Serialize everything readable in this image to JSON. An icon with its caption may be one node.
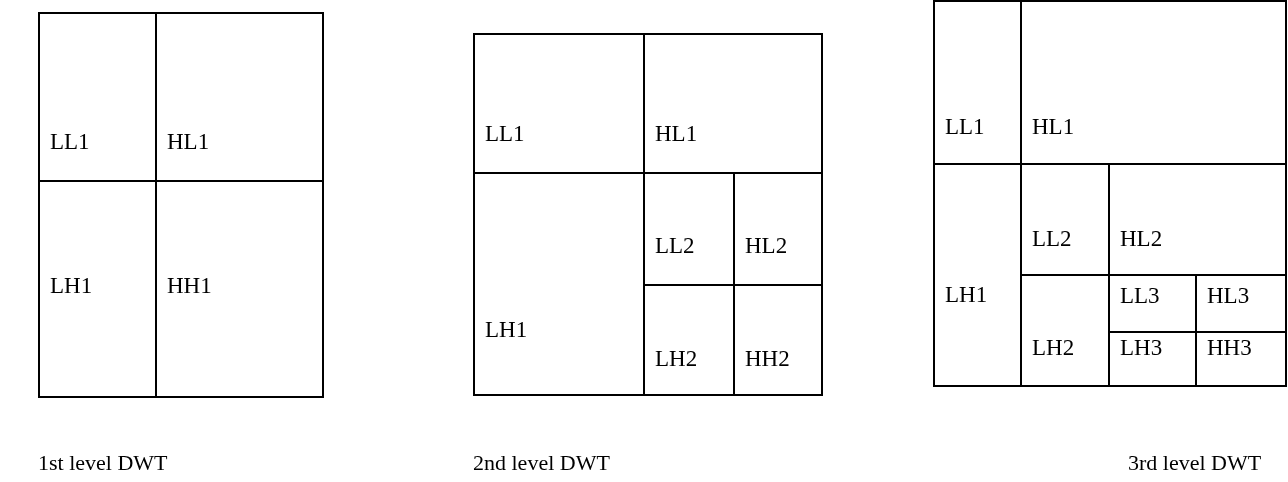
{
  "diagram": {
    "nodes": [
      {
        "text": [],
        "shape": "box"
      },
      {
        "text": [
          "LL1"
        ],
        "in": 0
      },
      {
        "text": [
          "HL1"
        ],
        "in": 0
      },
      {
        "text": [
          "LH1"
        ],
        "in": 0
      },
      {
        "text": [
          "HH1"
        ],
        "in": 0
      },
      {
        "text": [],
        "shape": "box"
      },
      {
        "text": [
          "LL1"
        ],
        "in": 5
      },
      {
        "text": [
          "HL1"
        ],
        "in": 5
      },
      {
        "text": [
          "LH1"
        ],
        "in": 5
      },
      {
        "text": [
          "LL2"
        ],
        "in": 5
      },
      {
        "text": [
          "HL2"
        ],
        "in": 5
      },
      {
        "text": [
          "LH2"
        ],
        "in": 5
      },
      {
        "text": [
          "HH2"
        ],
        "in": 5
      },
      {
        "text": [],
        "shape": "box"
      },
      {
        "text": [
          "LL1"
        ],
        "in": 13
      },
      {
        "text": [
          "HL1"
        ],
        "in": 13
      },
      {
        "text": [
          "LH1"
        ],
        "in": 13
      },
      {
        "text": [
          "LL2"
        ],
        "in": 13
      },
      {
        "text": [
          "HL2"
        ],
        "in": 13
      },
      {
        "text": [
          "LL3"
        ],
        "in": 13
      },
      {
        "text": [
          "HL3"
        ],
        "in": 13
      },
      {
        "text": [
          "LH2"
        ],
        "in": 13
      },
      {
        "text": [
          "LH3"
        ],
        "in": 13
      },
      {
        "text": [
          "HH3"
        ],
        "in": 13
      }
    ],
    "labels": [
      "1st level DWT",
      "2nd level DWT",
      "3rd level DWT"
    ]
  }
}
